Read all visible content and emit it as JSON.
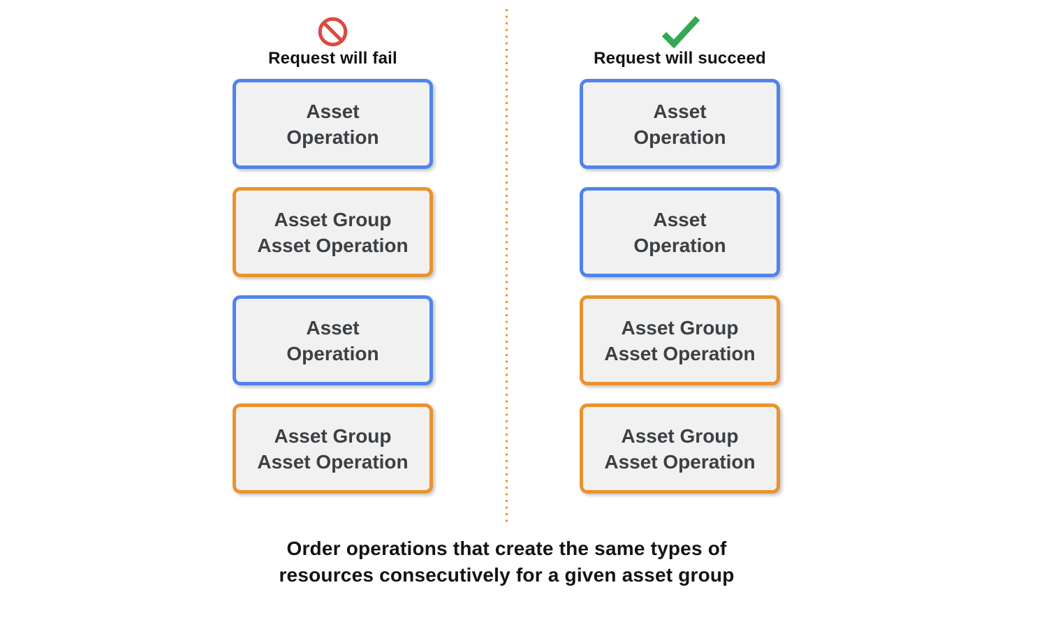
{
  "colors": {
    "blue": "#5084ec",
    "orange": "#e8942c",
    "red": "#dd4a3f",
    "green": "#34a853",
    "box_background": "#f1f1f2",
    "box_text": "#3c4043"
  },
  "fail_column": {
    "title": "Request will fail",
    "icon": "prohibited-icon",
    "boxes": [
      {
        "line1": "Asset",
        "line2": "Operation",
        "border": "#5084ec"
      },
      {
        "line1": "Asset Group",
        "line2": "Asset Operation",
        "border": "#e8942c"
      },
      {
        "line1": "Asset",
        "line2": "Operation",
        "border": "#5084ec"
      },
      {
        "line1": "Asset Group",
        "line2": "Asset Operation",
        "border": "#e8942c"
      }
    ]
  },
  "succeed_column": {
    "title": "Request will succeed",
    "icon": "checkmark-icon",
    "boxes": [
      {
        "line1": "Asset",
        "line2": "Operation",
        "border": "#5084ec"
      },
      {
        "line1": "Asset",
        "line2": "Operation",
        "border": "#5084ec"
      },
      {
        "line1": "Asset Group",
        "line2": "Asset Operation",
        "border": "#e8942c"
      },
      {
        "line1": "Asset Group",
        "line2": "Asset Operation",
        "border": "#e8942c"
      }
    ]
  },
  "caption": {
    "line1": "Order operations that create the same types of",
    "line2": "resources consecutively for a given asset group"
  }
}
